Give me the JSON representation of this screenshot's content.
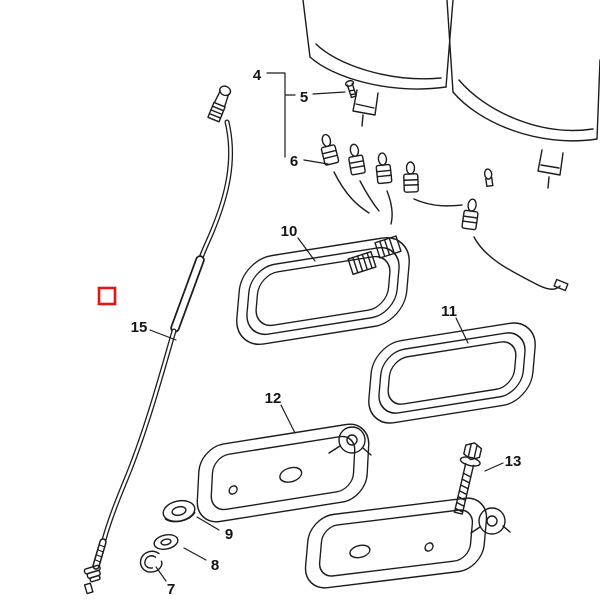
{
  "colors": {
    "line": "#1c1c1c",
    "marker": "#e31515",
    "background": "#ffffff"
  },
  "callouts": {
    "c4": "4",
    "c5": "5",
    "c6": "6",
    "c7": "7",
    "c8": "8",
    "c9": "9",
    "c10": "10",
    "c11": "11",
    "c12": "12",
    "c13": "13",
    "c15": "15"
  }
}
